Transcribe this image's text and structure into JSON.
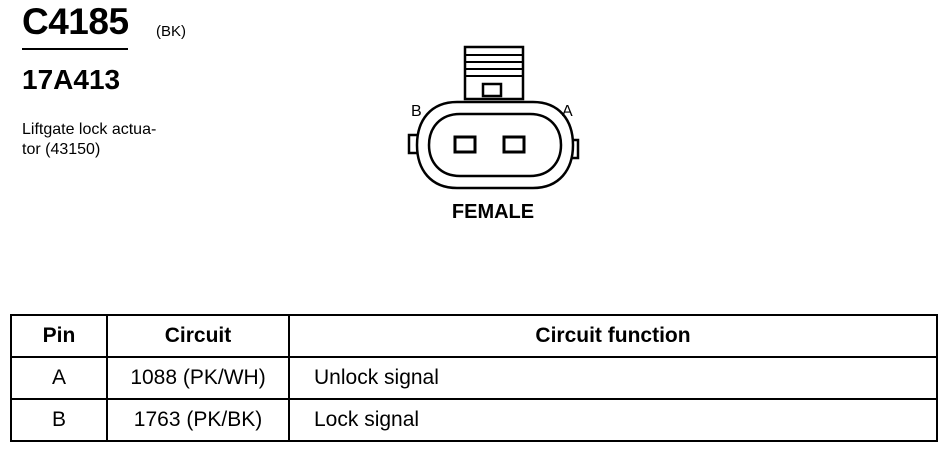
{
  "header": {
    "connector_id": "C4185",
    "wire_color": "(BK)",
    "part_number": "17A413",
    "description_lines": [
      "Liftgate lock actua-",
      "tor (43150)"
    ]
  },
  "connector": {
    "pin_labels": {
      "left": "B",
      "right": "A"
    },
    "gender": "FEMALE"
  },
  "table": {
    "headers": [
      "Pin",
      "Circuit",
      "Circuit function"
    ],
    "rows": [
      {
        "pin": "A",
        "circuit": "1088 (PK/WH)",
        "function": "Unlock signal"
      },
      {
        "pin": "B",
        "circuit": "1763 (PK/BK)",
        "function": "Lock signal"
      }
    ]
  }
}
